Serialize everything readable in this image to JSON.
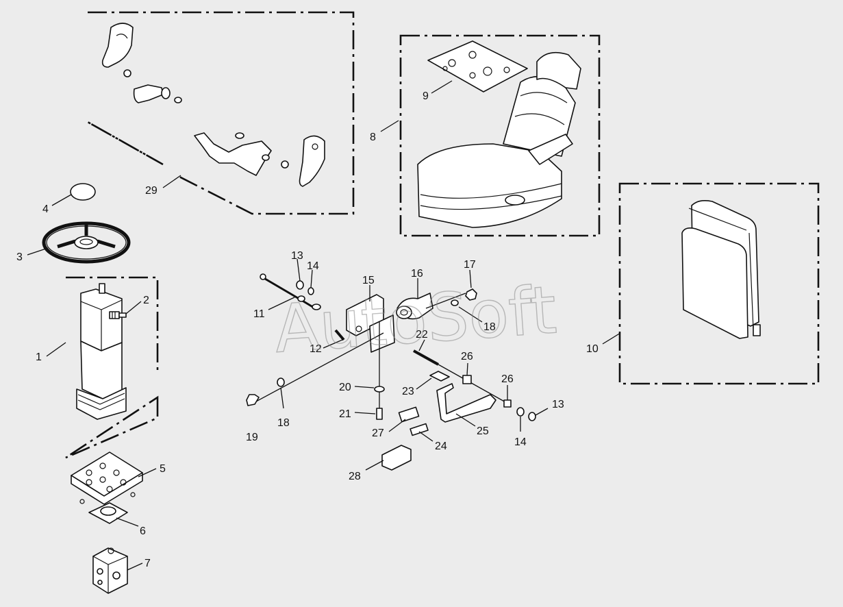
{
  "watermark": "AutoSoft",
  "callouts": [
    {
      "id": "c1",
      "text": "1"
    },
    {
      "id": "c2",
      "text": "2"
    },
    {
      "id": "c3",
      "text": "3"
    },
    {
      "id": "c4",
      "text": "4"
    },
    {
      "id": "c5",
      "text": "5"
    },
    {
      "id": "c6",
      "text": "6"
    },
    {
      "id": "c7",
      "text": "7"
    },
    {
      "id": "c8",
      "text": "8"
    },
    {
      "id": "c9",
      "text": "9"
    },
    {
      "id": "c10",
      "text": "10"
    },
    {
      "id": "c11",
      "text": "11"
    },
    {
      "id": "c12",
      "text": "12"
    },
    {
      "id": "c13a",
      "text": "13"
    },
    {
      "id": "c13b",
      "text": "13"
    },
    {
      "id": "c14a",
      "text": "14"
    },
    {
      "id": "c14b",
      "text": "14"
    },
    {
      "id": "c15",
      "text": "15"
    },
    {
      "id": "c16",
      "text": "16"
    },
    {
      "id": "c17",
      "text": "17"
    },
    {
      "id": "c18a",
      "text": "18"
    },
    {
      "id": "c18b",
      "text": "18"
    },
    {
      "id": "c19",
      "text": "19"
    },
    {
      "id": "c20",
      "text": "20"
    },
    {
      "id": "c21",
      "text": "21"
    },
    {
      "id": "c22",
      "text": "22"
    },
    {
      "id": "c23",
      "text": "23"
    },
    {
      "id": "c24",
      "text": "24"
    },
    {
      "id": "c25",
      "text": "25"
    },
    {
      "id": "c26a",
      "text": "26"
    },
    {
      "id": "c26b",
      "text": "26"
    },
    {
      "id": "c27",
      "text": "27"
    },
    {
      "id": "c28",
      "text": "28"
    },
    {
      "id": "c29",
      "text": "29"
    }
  ]
}
